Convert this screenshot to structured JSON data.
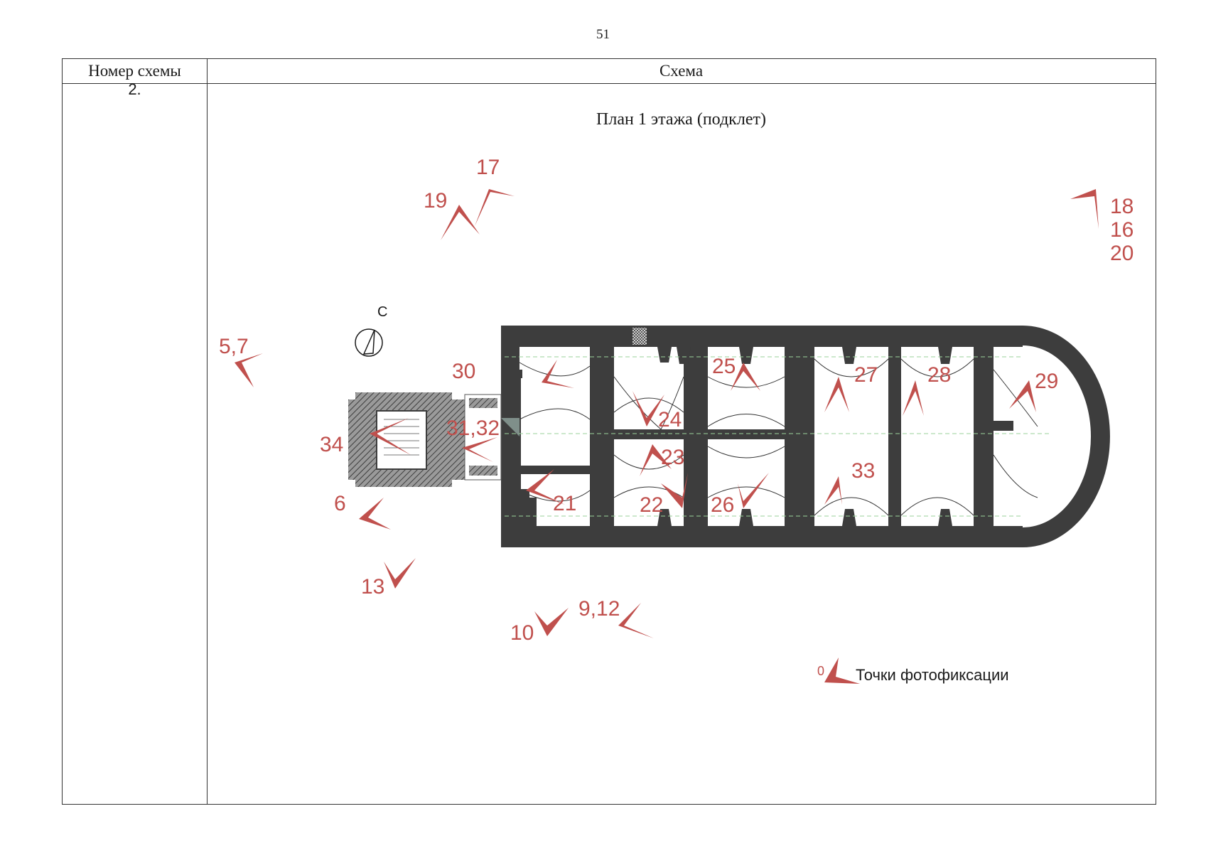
{
  "page_number": "51",
  "table": {
    "header_number": "Номер схемы",
    "header_scheme": "Схема",
    "scheme_number": "2."
  },
  "plan": {
    "title": "План 1 этажа (подклет)",
    "north_label": "С",
    "marker_color": "#c0504d",
    "wall_color": "#3d3d3d",
    "labels": {
      "l17": "17",
      "l19": "19",
      "l18": "18",
      "l16": "16",
      "l20": "20",
      "l57": "5,7",
      "l30": "30",
      "l25": "25",
      "l27": "27",
      "l28": "28",
      "l29": "29",
      "l24": "24",
      "l3132": "31,32",
      "l34": "34",
      "l23": "23",
      "l33": "33",
      "l6": "6",
      "l21": "21",
      "l22": "22",
      "l26": "26",
      "l13": "13",
      "l10": "10",
      "l912": "9,12"
    }
  },
  "legend": {
    "marker_label": "0",
    "text": "Точки фотофиксации"
  }
}
